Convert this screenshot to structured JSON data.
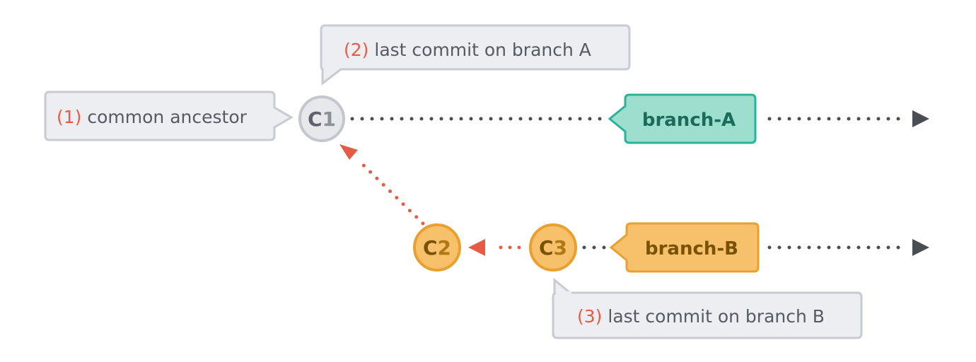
{
  "notes": {
    "ancestor": {
      "num": "(1)",
      "text": " common ancestor"
    },
    "branch_a": {
      "num": "(2)",
      "text": " last commit on branch A"
    },
    "branch_b": {
      "num": "(3)",
      "text": " last commit on branch B"
    }
  },
  "commits": {
    "c1": {
      "prefix": "C",
      "num": "1"
    },
    "c2": {
      "prefix": "C",
      "num": "2"
    },
    "c3": {
      "prefix": "C",
      "num": "3"
    }
  },
  "branches": {
    "a": "branch-A",
    "b": "branch-B"
  },
  "colors": {
    "note_bg": "#eceef1",
    "note_border": "#c8cbd1",
    "note_text": "#555a63",
    "accent_red": "#e45c45",
    "c1_fill": "#e6e8eb",
    "c1_border": "#c4c7cc",
    "c1_text": "#5e636b",
    "orange_fill": "#f7c16c",
    "orange_border": "#e9a02f",
    "orange_text": "#7a5206",
    "teal_fill": "#9ddfcf",
    "teal_border": "#2bb39a",
    "teal_text": "#1c6a5a",
    "dot_gray": "#4a4d52"
  }
}
